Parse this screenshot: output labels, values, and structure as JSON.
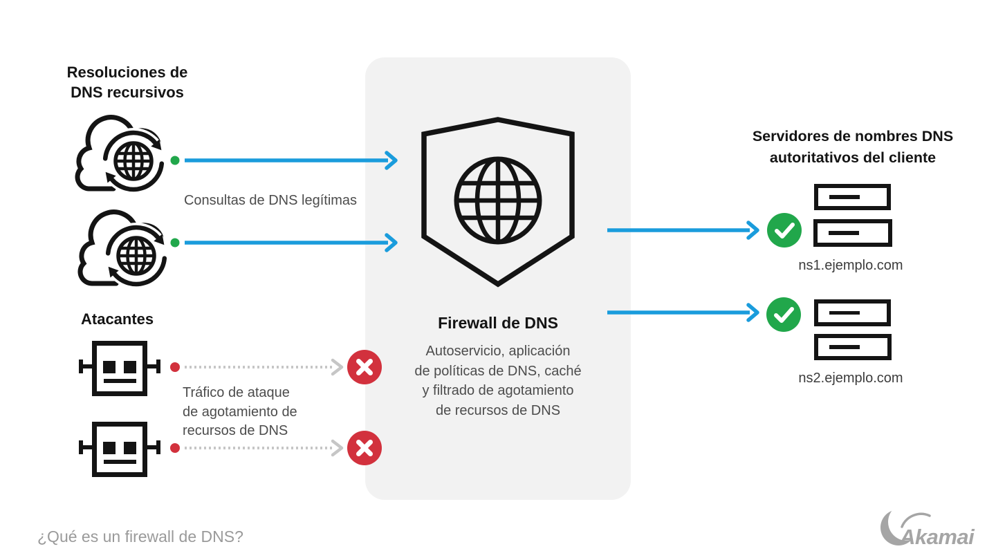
{
  "left": {
    "resolvers_title": "Resoluciones de\nDNS recursivos",
    "legit_label": "Consultas de DNS legítimas",
    "attackers_title": "Atacantes",
    "attack_label": "Tráfico de ataque\nde agotamiento de\nrecursos de DNS"
  },
  "center": {
    "title": "Firewall de DNS",
    "description": "Autoservicio, aplicación\nde políticas de DNS, caché\ny filtrado de agotamiento\nde recursos de DNS"
  },
  "right": {
    "title": "Servidores de nombres DNS\nautoritativos del cliente",
    "server1_label": "ns1.ejemplo.com",
    "server2_label": "ns2.ejemplo.com"
  },
  "footer": {
    "question": "¿Qué es un firewall de DNS?",
    "brand": "Akamai"
  },
  "icons": {
    "recursive_dns": "cloud-sync-globe-icon",
    "attacker": "bot-icon",
    "firewall": "shield-globe-icon",
    "allowed": "check-circle-icon",
    "blocked": "x-circle-icon",
    "server": "server-stack-icon"
  },
  "colors": {
    "blue_arrow": "#1A9CDC",
    "green": "#21A74B",
    "red": "#D2313D",
    "panel_gray": "#F2F2F2",
    "ink": "#141414",
    "body_gray": "#4C4C4C",
    "muted_gray": "#9A9A9A",
    "arrow_gray": "#C6C6C6"
  }
}
